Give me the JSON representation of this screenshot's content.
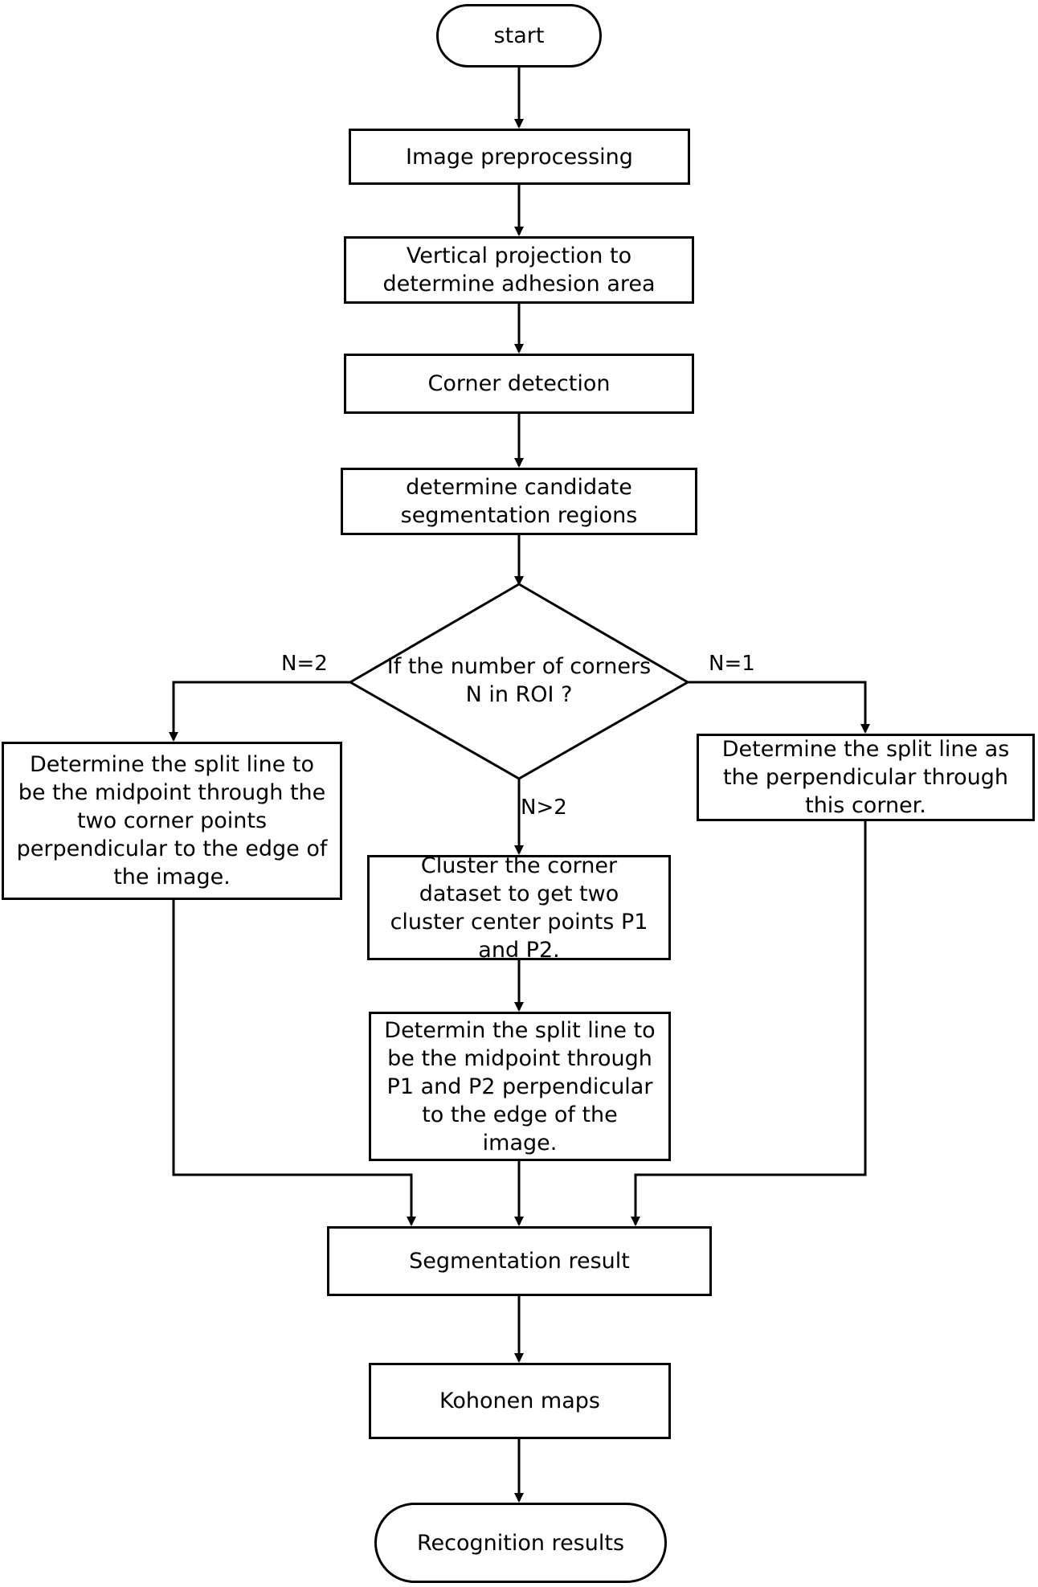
{
  "nodes": {
    "start": "start",
    "preprocess": "Image preprocessing",
    "projection": "Vertical projection to\ndetermine adhesion area",
    "corner": "Corner detection",
    "candidate": "determine candidate\nsegmentation regions",
    "decision": "If the number of corners\nN  in ROI ?",
    "left_split": "Determine the split line to\nbe the midpoint through the\ntwo corner points\nperpendicular to the edge of\nthe image.",
    "right_split": "Determine the split line as\nthe perpendicular through\nthis corner.",
    "cluster": "Cluster the corner\ndataset to get two\ncluster center points P1\nand P2.",
    "mid_split": "Determin the split line to\nbe the midpoint through\nP1 and P2 perpendicular\nto the edge of the\nimage.",
    "segmentation": "Segmentation result",
    "kohonen": "Kohonen maps",
    "recognition": "Recognition results"
  },
  "edge_labels": {
    "left": "N=2",
    "right": "N=1",
    "down": "N>2"
  }
}
